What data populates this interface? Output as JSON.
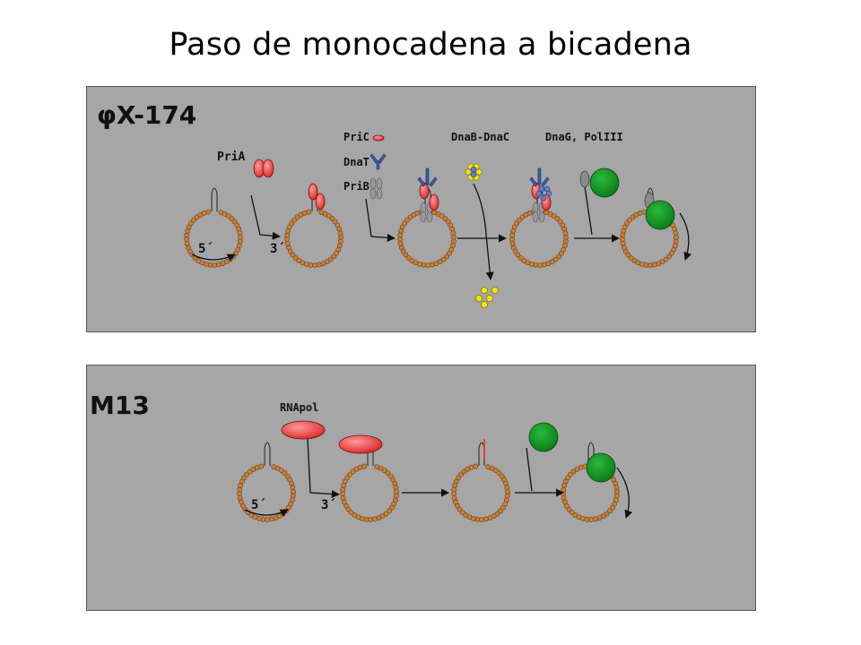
{
  "title": "Paso de monocadena a bicadena",
  "phix": {
    "label_symbol": "φ",
    "label_rest": "X-174",
    "pria": "PriA",
    "pric": "PriC",
    "dnat": "DnaT",
    "prib": "PriB",
    "dnab_dnac": "DnaB-DnaC",
    "dnag_poliii": "DnaG, PolIII",
    "five_prime": "5´",
    "three_prime": "3´"
  },
  "m13": {
    "label": "M13",
    "rnapol": "RNApol",
    "five_prime": "5´",
    "three_prime": "3´"
  },
  "colors": {
    "panel": "#a6a6a6",
    "bead": "#c8803a",
    "pria_red": "#e83c3c",
    "dnat_blue": "#3c5aa8",
    "prib_gray": "#9a9a9a",
    "dnab_yellow": "#f3e21a",
    "dnac_blue": "#5b7fe0",
    "polymerase_green": "#0e8f1e"
  }
}
